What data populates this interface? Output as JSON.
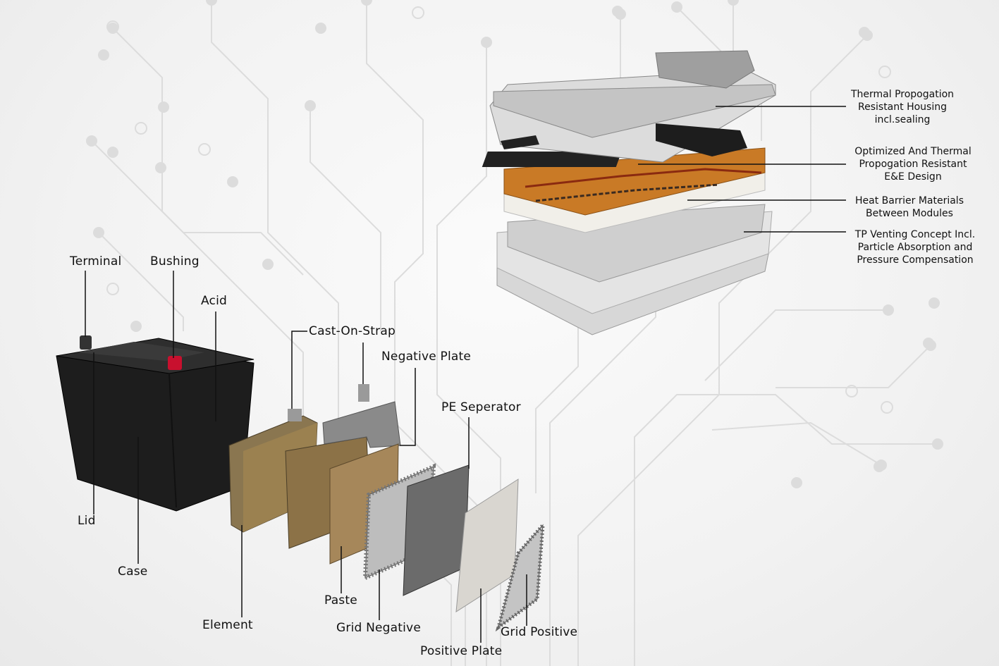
{
  "lead_acid_labels": {
    "terminal": "Terminal",
    "bushing": "Bushing",
    "acid": "Acid",
    "cast_on_strap": "Cast-On-Strap",
    "negative_plate": "Negative Plate",
    "pe_separator": "PE Seperator",
    "lid": "Lid",
    "case": "Case",
    "element": "Element",
    "paste": "Paste",
    "grid_negative": "Grid Negative",
    "positive_plate": "Positive Plate",
    "grid_positive": "Grid Positive"
  },
  "ev_pack_labels": {
    "housing": [
      "Thermal Propogation",
      "Resistant Housing",
      "incl.sealing"
    ],
    "ee_design": [
      "Optimized And Thermal",
      "Propogation Resistant",
      "E&E Design"
    ],
    "heat_barrier": [
      "Heat Barrier Materials",
      "Between Modules"
    ],
    "venting": [
      "TP Venting Concept Incl.",
      "Particle Absorption and",
      "Pressure Compensation"
    ]
  },
  "colors": {
    "circuit": "#dcdcdc",
    "leader_line": "#111111",
    "bushing_red": "#c8102e",
    "module_orange": "#c97a26"
  }
}
